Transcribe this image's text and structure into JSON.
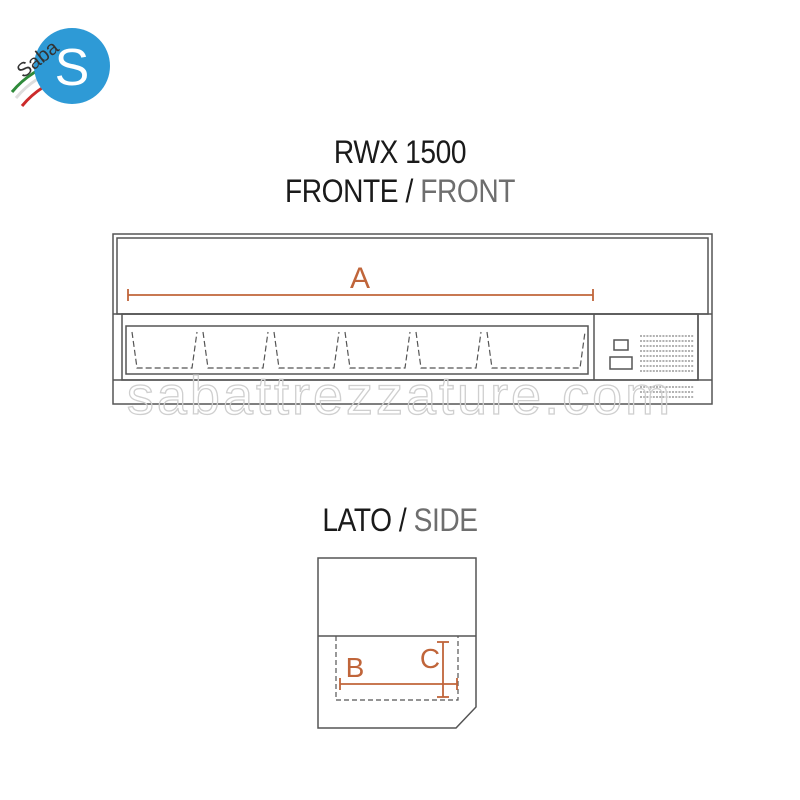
{
  "logo": {
    "text": "Saba",
    "mark": "S"
  },
  "title": {
    "model": "RWX 1500",
    "front_it": "FRONTE",
    "front_sep": " / ",
    "front_en": "FRONT",
    "side_it": "LATO",
    "side_sep": " / ",
    "side_en": "SIDE"
  },
  "dimensions": {
    "a": "A",
    "b": "B",
    "c": "C"
  },
  "watermark": "sabattrezzature.com",
  "colors": {
    "outline": "#555555",
    "dimension": "#c0653a",
    "logo_blue": "#2e9ad6",
    "flag_green": "#2f8a3a",
    "flag_red": "#cc2a2a",
    "watermark": "#d4d4d4"
  }
}
